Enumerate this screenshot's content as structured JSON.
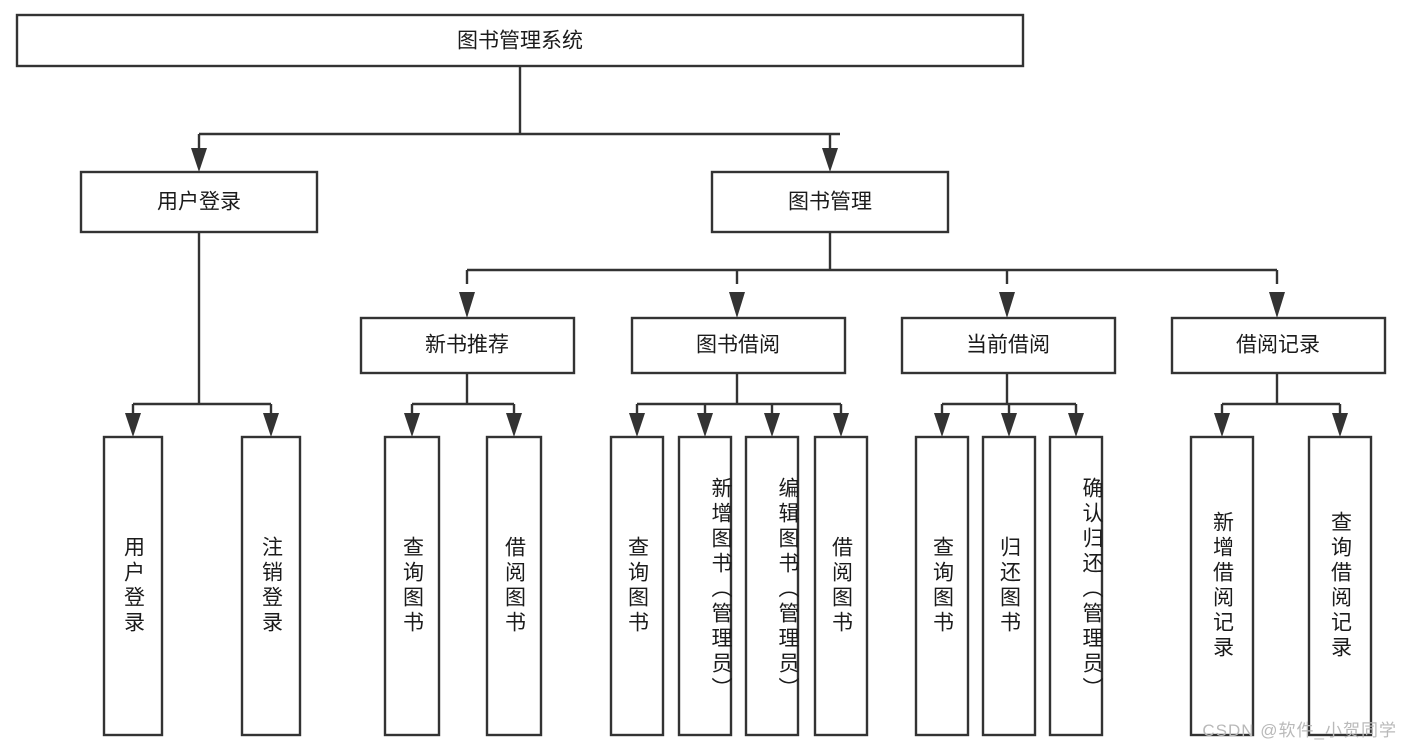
{
  "diagram": {
    "title": "图书管理系统",
    "type": "tree",
    "orientation": "top-down",
    "colors": {
      "box_stroke": "#333333",
      "box_fill": "#ffffff",
      "text": "#1b1b1b",
      "connector": "#333333",
      "watermark": "#b9b9b9",
      "background": "#ffffff"
    },
    "root": {
      "id": "root",
      "label": "图书管理系统"
    },
    "level1": [
      {
        "id": "user-login",
        "label": "用户登录"
      },
      {
        "id": "book-manage",
        "label": "图书管理"
      }
    ],
    "level2": [
      {
        "id": "new-book-rec",
        "label": "新书推荐",
        "parent": "book-manage"
      },
      {
        "id": "book-borrow",
        "label": "图书借阅",
        "parent": "book-manage"
      },
      {
        "id": "current-borrow",
        "label": "当前借阅",
        "parent": "book-manage"
      },
      {
        "id": "borrow-record",
        "label": "借阅记录",
        "parent": "book-manage"
      }
    ],
    "leaves": [
      {
        "id": "leaf-user-login",
        "label": "用户登录",
        "parent": "user-login"
      },
      {
        "id": "leaf-logout",
        "label": "注销登录",
        "parent": "user-login"
      },
      {
        "id": "leaf-query-book-1",
        "label": "查询图书",
        "parent": "new-book-rec"
      },
      {
        "id": "leaf-borrow-book-1",
        "label": "借阅图书",
        "parent": "new-book-rec"
      },
      {
        "id": "leaf-query-book-2",
        "label": "查询图书",
        "parent": "book-borrow"
      },
      {
        "id": "leaf-add-book",
        "label": "新增图书（管理员）",
        "parent": "book-borrow"
      },
      {
        "id": "leaf-edit-book",
        "label": "编辑图书（管理员）",
        "parent": "book-borrow"
      },
      {
        "id": "leaf-borrow-book-2",
        "label": "借阅图书",
        "parent": "book-borrow"
      },
      {
        "id": "leaf-query-book-3",
        "label": "查询图书",
        "parent": "current-borrow"
      },
      {
        "id": "leaf-return-book",
        "label": "归还图书",
        "parent": "current-borrow"
      },
      {
        "id": "leaf-confirm-return",
        "label": "确认归还（管理员）",
        "parent": "current-borrow"
      },
      {
        "id": "leaf-add-record",
        "label": "新增借阅记录",
        "parent": "borrow-record"
      },
      {
        "id": "leaf-query-record",
        "label": "查询借阅记录",
        "parent": "borrow-record"
      }
    ],
    "watermark": "CSDN @软件_小贺同学"
  }
}
